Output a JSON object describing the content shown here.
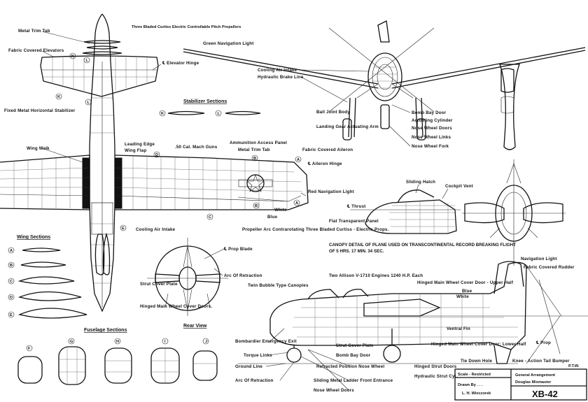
{
  "labels": {
    "metal_trim_tab_top": "Metal Trim Tab",
    "props_top": "Three Bladed Curtiss Electric Controllable Pitch Propellers",
    "fabric_elevators": "Fabric Covered Elevators",
    "elevator_hinge": "℄ Elevator Hinge",
    "fixed_stabilizer": "Fixed Metal Horizontal Stabilizer",
    "wing_walk": "Wing Walk",
    "leading_edge": "Leading Edge",
    "wing_flap": "Wing Flap",
    "mach_guns": ".50 Cal. Mach Guns",
    "ammo_panel": "Ammunition Access Panel",
    "metal_trim_tab_wing": "Metal Trim Tab",
    "fabric_aileron": "Fabric Covered Aileron",
    "aileron_hinge": "℄ Aileron Hinge",
    "red_nav_light": "Red Navigation Light",
    "white": "White",
    "blue": "Blue",
    "cooling_air_intake_plan": "Cooling Air Intake",
    "green_nav_light": "Green Navigation Light",
    "cooling_air_intake_front": "Cooling Air Intake",
    "hydraulic_brake_line": "Hydraulic Brake Line",
    "ball_joint_body": "Ball Joint Body",
    "landing_gear_arm": "Landing Gear Actuating Arm",
    "bomb_bay_door": "Bomb Bay Door",
    "actuating_cylinder": "Actuating Cylinder",
    "nose_wheel_doors": "Nose Wheel Doors",
    "nose_wheel_links": "Nose Wheel Links",
    "nose_wheel_fork": "Nose Wheel Fork",
    "sliding_hatch": "Sliding Hatch",
    "cockpit_vent": "Cockpit Vent",
    "thrust": "℄ Thrust",
    "flat_panel": "Flat Transparent Panel",
    "canopy_detail": "Canopy Detail Of Plane Used On Transcontinental Record Breaking Flight Of 5 hrs. 17 min. 34 sec.",
    "prop_arc": "Propeller Arc Contrarotating Three Bladed Curtiss - Electric Props.",
    "prop_blade": "℄ Prop Blade",
    "arc_rotation_rear": "Arc Of Retraction",
    "strut_cover_plate_rear": "Strut Cover Plate",
    "hinged_main_wheel_rear": "Hinged Main Wheel Cover Doors.",
    "rear_view": "Rear View",
    "nav_light_side": "Navigation Light",
    "fabric_rudder": "Fabric Covered Rudder",
    "twin_bubble": "Twin Bubble Type Canopies",
    "allison": "Two Allison V-1710 Engines 1240 H.P. Each",
    "hinged_upper": "Hinged Main Wheel Cover Door - Upper Half",
    "blue_side": "Blue",
    "white_side": "White",
    "ventral_fin": "Ventral Fin",
    "hinged_lower": "Hinged Main Wheel Cover Door: Lower Half",
    "tie_down": "Tie Down Hole",
    "knee_action": "Knee - Action Tail Bumper",
    "prop_side": "℄ Prop",
    "bombardier_exit": "Bombardier Emergency Exit",
    "torque_links": "Torque Links",
    "ground_line": "Ground Line",
    "arc_retraction_side": "Arc Of Retraction",
    "strut_cover_side": "Strut Cover Plate",
    "bomb_bay_side": "Bomb Bay Door",
    "retracted_position": "Retracted Position Nose Wheel",
    "sliding_ladder": "Sliding Metal Ladder Front Entrance",
    "nose_wheel_doors_side": "Nose Wheel Doors",
    "hinged_strut_doors": "Hinged Strut Doors",
    "hydraulic_strut": "Hydraulic Strut Cyl."
  },
  "sections": {
    "stabilizer_title": "Stabilizer Sections",
    "stabilizer_keys": [
      "K",
      "L"
    ],
    "wing_title": "Wing Sections",
    "wing_keys": [
      "A",
      "B",
      "C",
      "D",
      "E"
    ],
    "fuselage_title": "Fuselage Sections",
    "fuselage_keys": [
      "F",
      "G",
      "H",
      "I",
      "J"
    ]
  },
  "callouts": [
    "A",
    "B",
    "C",
    "D",
    "E",
    "K",
    "L"
  ],
  "title_block": {
    "scale": "Scale - Restricted",
    "drawn_by": "Drawn By . . .",
    "drawer": "L. H. Wieczorek",
    "general": "General Arrangement",
    "maker": "Douglas Mixmaster",
    "model": "XB-42",
    "initials": "P.T.W."
  }
}
